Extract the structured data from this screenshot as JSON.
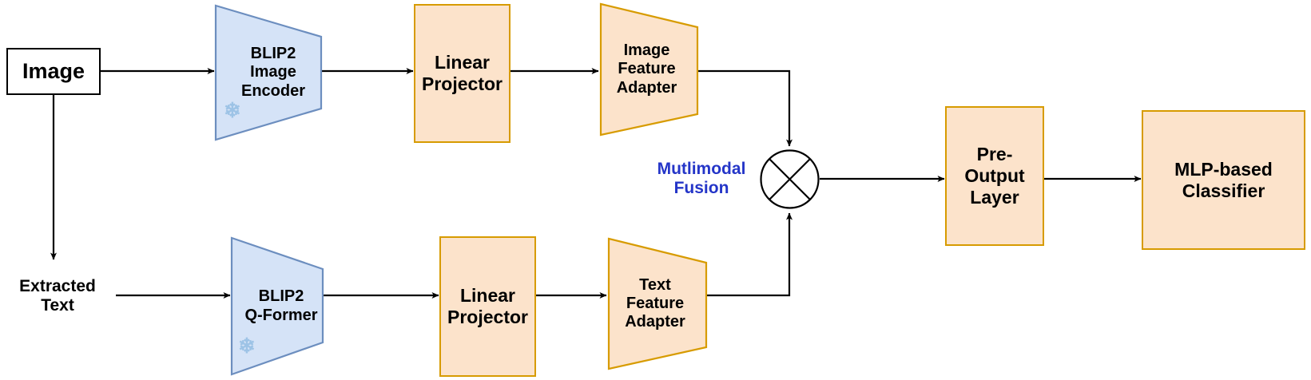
{
  "diagram": {
    "title": "BLIP2 multimodal fusion classification pipeline",
    "colors": {
      "orange_fill": "#FCE3CB",
      "orange_stroke": "#D79B00",
      "blue_fill": "#D5E3F7",
      "blue_stroke": "#6C8EBF",
      "black_stroke": "#000000",
      "fusion_label_color": "#2435C8",
      "snowflake_color": "#9DC3E6",
      "background": "#FFFFFF"
    },
    "nodes": {
      "image_input": {
        "label": "Image",
        "shape": "rectangle",
        "style": "white-black-border"
      },
      "extracted_text": {
        "label": "Extracted\nText",
        "shape": "text",
        "style": "plain-text"
      },
      "blip2_image_encoder": {
        "label": "BLIP2\nImage\nEncoder",
        "shape": "trapezoid",
        "style": "blue",
        "frozen": true,
        "frozen_icon": "snowflake-icon"
      },
      "blip2_qformer": {
        "label": "BLIP2\nQ-Former",
        "shape": "trapezoid",
        "style": "blue",
        "frozen": true,
        "frozen_icon": "snowflake-icon"
      },
      "linear_projector_image": {
        "label": "Linear\nProjector",
        "shape": "rectangle",
        "style": "orange"
      },
      "linear_projector_text": {
        "label": "Linear\nProjector",
        "shape": "rectangle",
        "style": "orange"
      },
      "image_feature_adapter": {
        "label": "Image\nFeature\nAdapter",
        "shape": "trapezoid",
        "style": "orange"
      },
      "text_feature_adapter": {
        "label": "Text\nFeature\nAdapter",
        "shape": "trapezoid",
        "style": "orange"
      },
      "multimodal_fusion": {
        "label": "Mutlimodal\nFusion",
        "shape": "circle-cross",
        "style": "blue-text",
        "operator_icon": "circle-cross-icon"
      },
      "pre_output_layer": {
        "label": "Pre-\nOutput\nLayer",
        "shape": "rectangle",
        "style": "orange"
      },
      "mlp_classifier": {
        "label": "MLP-based\nClassifier",
        "shape": "rectangle",
        "style": "orange"
      }
    },
    "edges": [
      {
        "from": "image_input",
        "to": "blip2_image_encoder",
        "kind": "arrow"
      },
      {
        "from": "image_input",
        "to": "extracted_text",
        "kind": "arrow"
      },
      {
        "from": "blip2_image_encoder",
        "to": "linear_projector_image",
        "kind": "arrow"
      },
      {
        "from": "linear_projector_image",
        "to": "image_feature_adapter",
        "kind": "arrow"
      },
      {
        "from": "image_feature_adapter",
        "to": "multimodal_fusion",
        "kind": "elbow-arrow"
      },
      {
        "from": "extracted_text",
        "to": "blip2_qformer",
        "kind": "arrow"
      },
      {
        "from": "blip2_qformer",
        "to": "linear_projector_text",
        "kind": "arrow"
      },
      {
        "from": "linear_projector_text",
        "to": "text_feature_adapter",
        "kind": "arrow"
      },
      {
        "from": "text_feature_adapter",
        "to": "multimodal_fusion",
        "kind": "elbow-arrow"
      },
      {
        "from": "multimodal_fusion",
        "to": "pre_output_layer",
        "kind": "arrow"
      },
      {
        "from": "pre_output_layer",
        "to": "mlp_classifier",
        "kind": "arrow"
      }
    ]
  }
}
